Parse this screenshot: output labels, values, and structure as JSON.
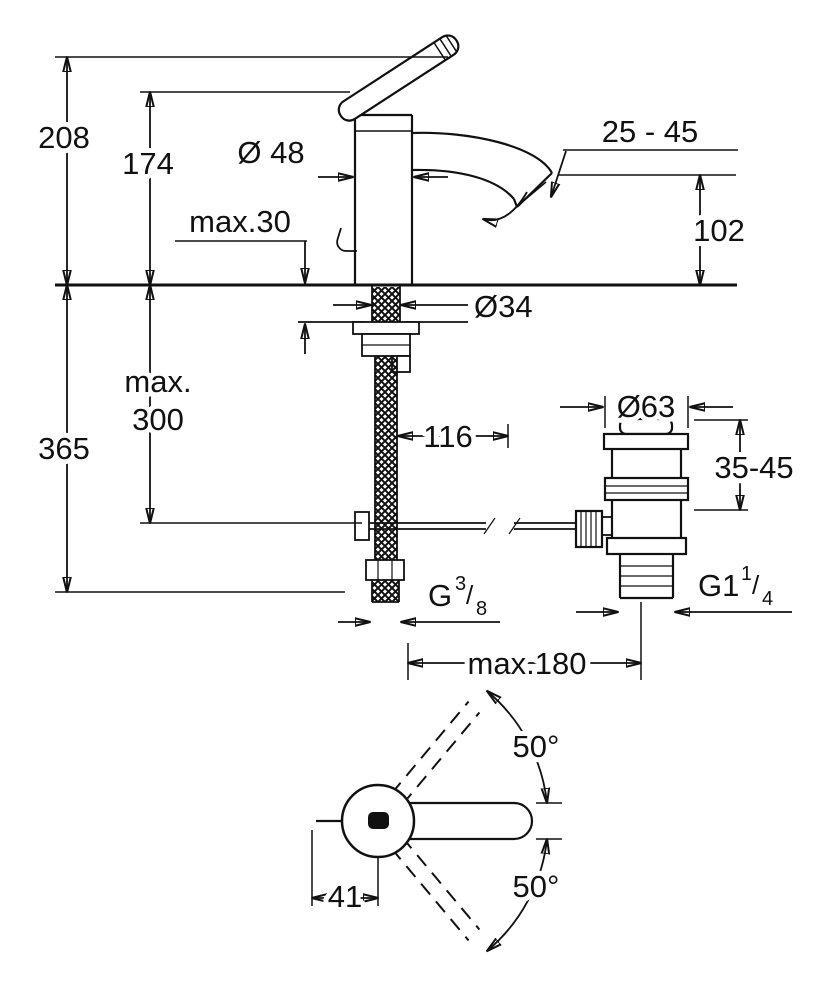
{
  "colors": {
    "background": "#ffffff",
    "ink": "#111111"
  },
  "labels": {
    "h208": "208",
    "h174": "174",
    "dia48": "Ø 48",
    "max30": "max.30",
    "spout_range": "25 - 45",
    "h102": "102",
    "dia34": "Ø34",
    "max300_word": "max.",
    "max300_value": "300",
    "h365": "365",
    "w116": "116",
    "dia63": "Ø63",
    "drain_range": "35-45",
    "g38_base": "G",
    "g38_sup": "3",
    "g38_slash": "/",
    "g38_sub": "8",
    "g114_base": "G1",
    "g114_sup": "1",
    "g114_slash": "/",
    "g114_sub": "4",
    "max180": "max.180",
    "angle_upper": "50°",
    "angle_lower": "50°",
    "w41": "41"
  }
}
